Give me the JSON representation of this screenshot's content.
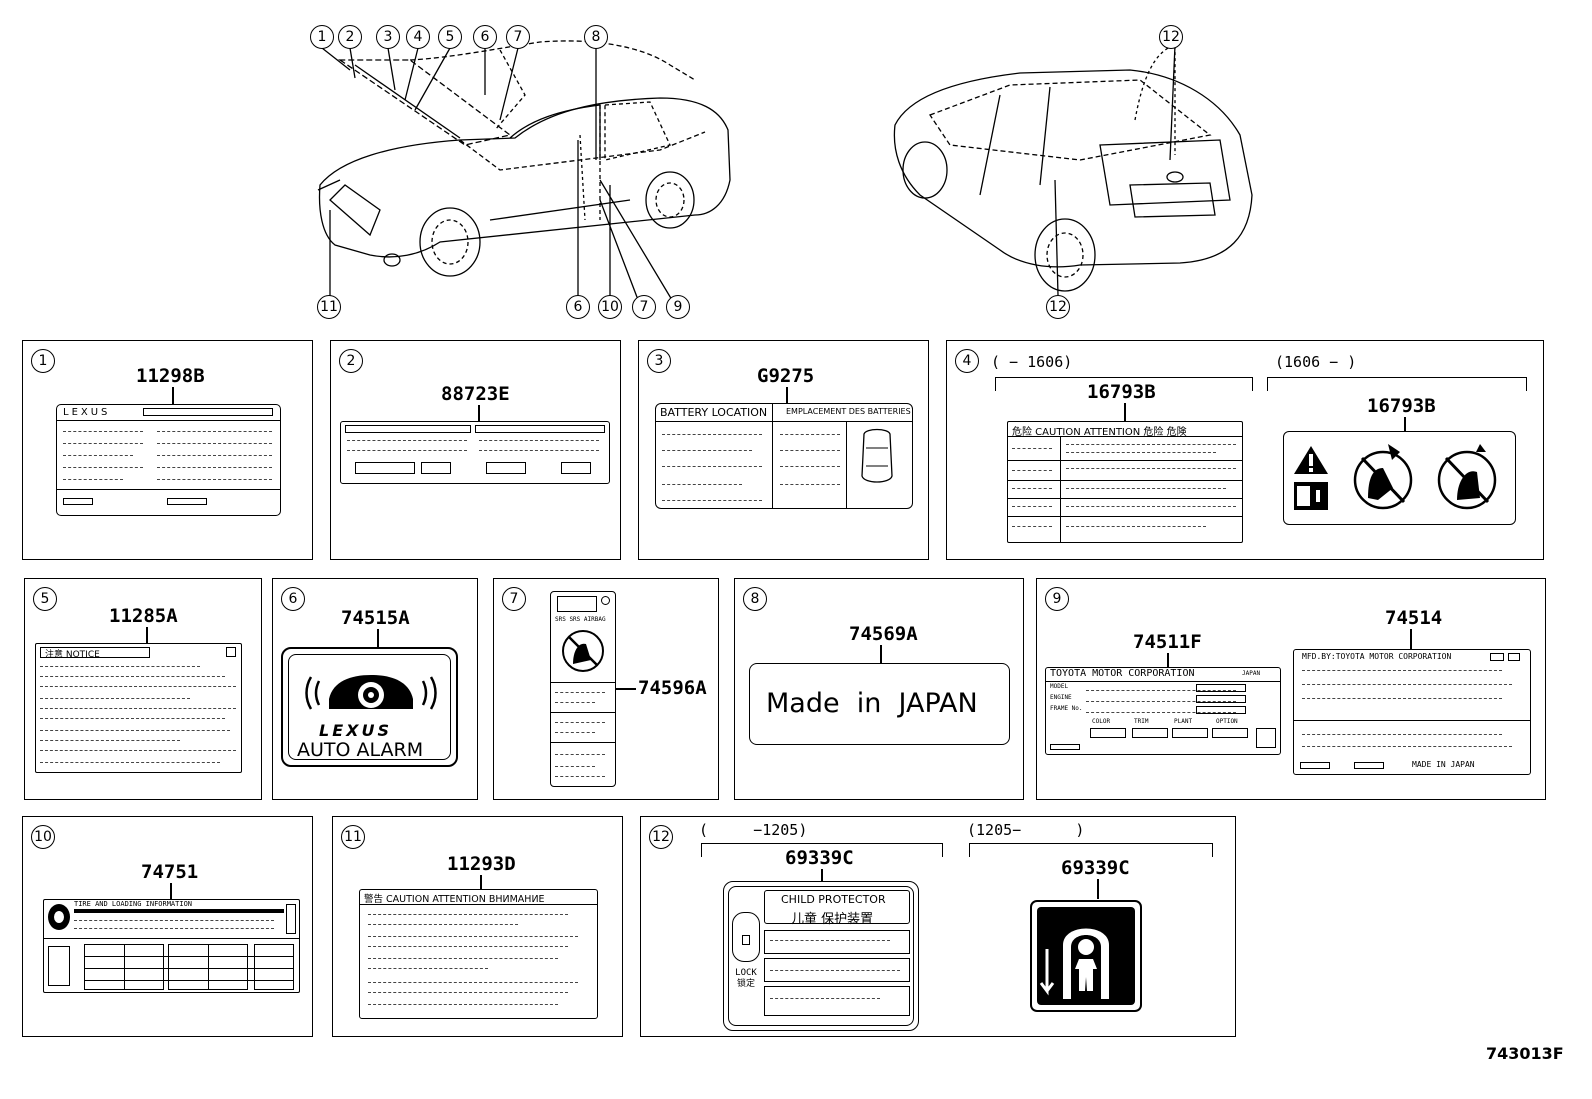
{
  "figure_code": "743013F",
  "callouts_front": [
    "1",
    "2",
    "3",
    "4",
    "5",
    "6",
    "7",
    "8",
    "6",
    "10",
    "7",
    "9",
    "11"
  ],
  "callouts_rear": [
    "12",
    "12"
  ],
  "panels": [
    {
      "num": "1",
      "part": "11298B",
      "logo": "LEXUS"
    },
    {
      "num": "2",
      "part": "88723E"
    },
    {
      "num": "3",
      "part": "G9275",
      "heading_left": "BATTERY LOCATION",
      "heading_right": "EMPLACEMENT DES BATTERIES"
    },
    {
      "num": "4",
      "range_left": "(   − 1606)",
      "range_right": "(1606 −     )",
      "part_left": "16793B",
      "part_right": "16793B",
      "caution_header": "危险 CAUTION ATTENTION 危险 危険"
    },
    {
      "num": "5",
      "part": "11285A",
      "notice": "注意 NOTICE"
    },
    {
      "num": "6",
      "part": "74515A",
      "logo": "LEXUS",
      "text": "AUTO ALARM"
    },
    {
      "num": "7",
      "part": "74596A",
      "codes": "SRS  SRS  AIRBAG"
    },
    {
      "num": "8",
      "part": "74569A",
      "text": "Made  in  JAPAN"
    },
    {
      "num": "9",
      "part_left": "74511F",
      "part_right": "74514",
      "tmc": "TOYOTA  MOTOR  CORPORATION",
      "japan": "JAPAN",
      "fields": [
        "MODEL",
        "ENGINE",
        "FRAME No."
      ],
      "cols": [
        "COLOR",
        "TRIM",
        "PLANT",
        "OPTION"
      ],
      "mfd": "MFD.BY:TOYOTA MOTOR CORPORATION",
      "made": "MADE  IN  JAPAN"
    },
    {
      "num": "10",
      "part": "74751",
      "header": "TIRE  AND  LOADING  INFORMATION"
    },
    {
      "num": "11",
      "part": "11293D",
      "header": "警告 CAUTION  ATTENTION  ВНИМАНИЕ"
    },
    {
      "num": "12",
      "range_left": "(     −1205)",
      "range_right": "(1205−      )",
      "part_left": "69339C",
      "part_right": "69339C",
      "title_en": "CHILD PROTECTOR",
      "title_cn": "儿童 保护装置",
      "side_text": "LOCK 锁定"
    }
  ]
}
